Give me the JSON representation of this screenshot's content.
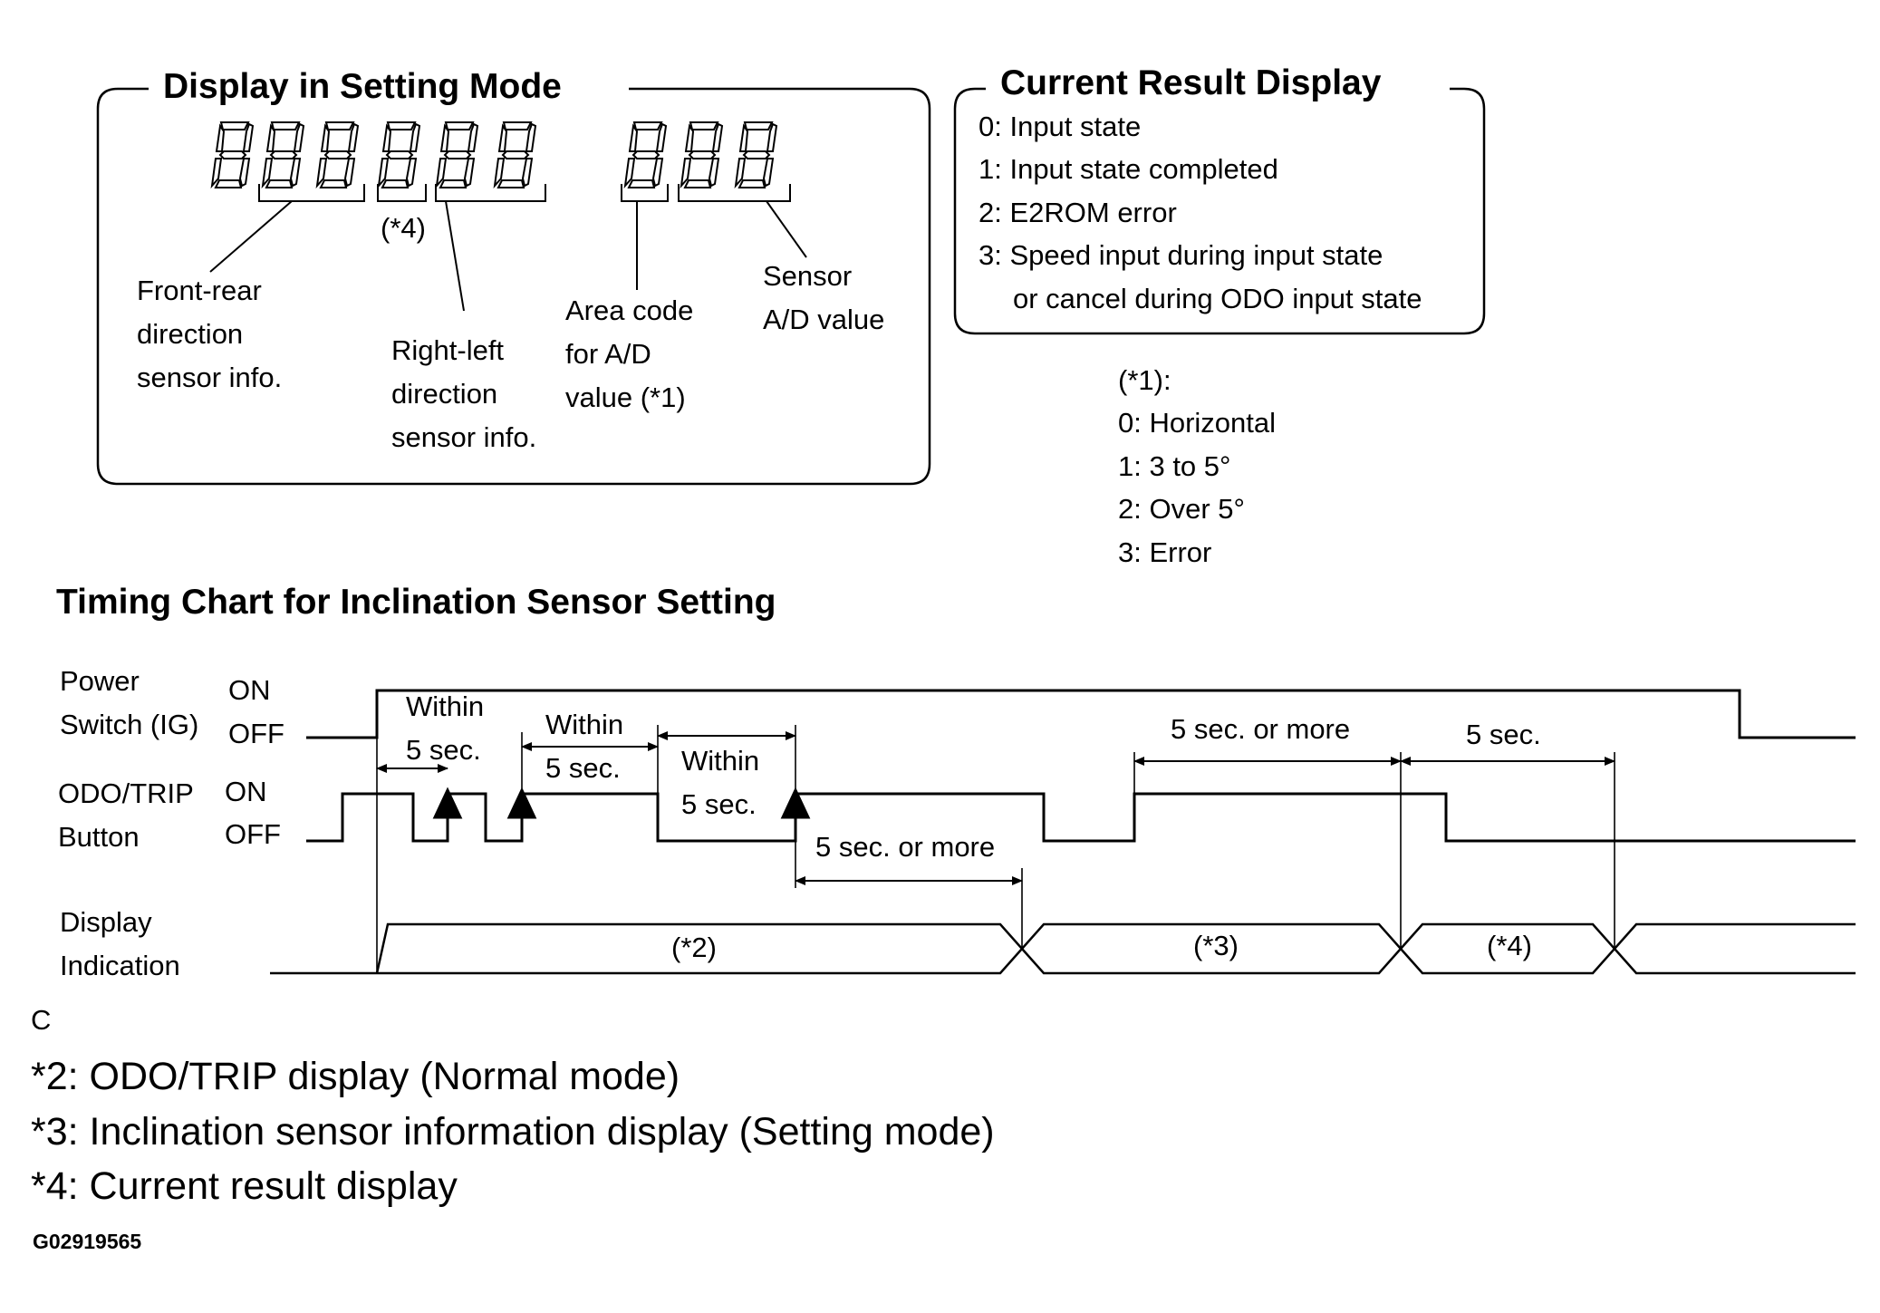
{
  "setting_mode": {
    "title": "Display in Setting Mode",
    "asterisk4_label": "(*4)",
    "front_rear": [
      "Front-rear",
      "direction",
      "sensor info."
    ],
    "right_left": [
      "Right-left",
      "direction",
      "sensor info."
    ],
    "area_code": [
      "Area code",
      "for A/D",
      "value (*1)"
    ],
    "sensor_ad": [
      "Sensor",
      "A/D value"
    ]
  },
  "current_result": {
    "title": "Current Result Display",
    "items": [
      "0: Input state",
      "1: Input state completed",
      "2: E2ROM error",
      "3: Speed input during input state",
      "or cancel during ODO input state"
    ]
  },
  "note1": {
    "items": [
      "(*1):",
      "0: Horizontal",
      "1: 3 to 5°",
      "2: Over 5°",
      "3: Error"
    ]
  },
  "timing": {
    "title": "Timing Chart for Inclination Sensor Setting",
    "power_label": [
      "Power",
      "Switch (IG)"
    ],
    "power_on": "ON",
    "power_off": "OFF",
    "odo_label": [
      "ODO/TRIP",
      "Button"
    ],
    "odo_on": "ON",
    "odo_off": "OFF",
    "display_label": [
      "Display",
      "Indication"
    ],
    "within_a": [
      "Within",
      "5 sec."
    ],
    "within_b": [
      "Within",
      "5 sec."
    ],
    "within_c": [
      "Within",
      "5 sec."
    ],
    "five_or_more_a": "5 sec. or more",
    "five_or_more_b": "5 sec. or more",
    "five_sec": "5 sec.",
    "seg2": "(*2)",
    "seg3": "(*3)",
    "seg4": "(*4)"
  },
  "c_label": "C",
  "footnotes": [
    "*2: ODO/TRIP display (Normal mode)",
    "*3: Inclination sensor information display (Setting mode)",
    "*4: Current result display"
  ],
  "figure_id": "G02919565"
}
